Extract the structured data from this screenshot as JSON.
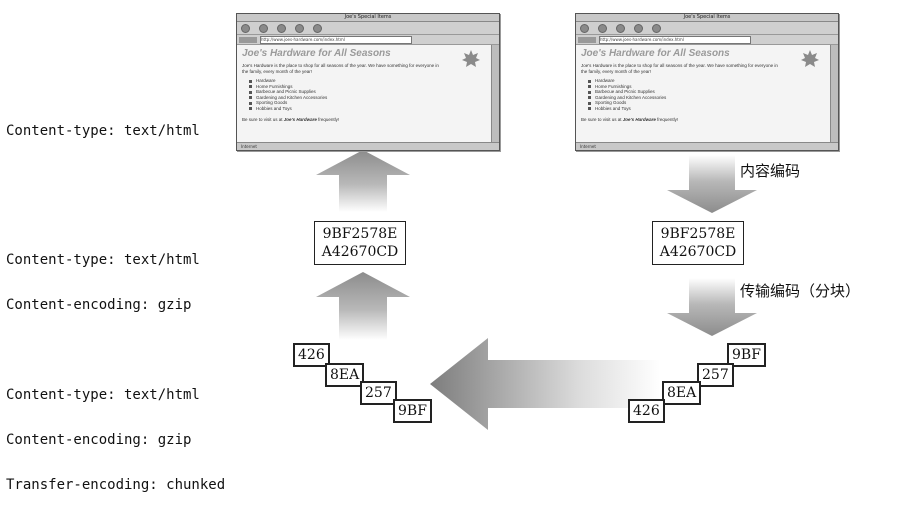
{
  "labels": {
    "top": [
      "Content-type: text/html"
    ],
    "middle": [
      "Content-type: text/html",
      "Content-encoding: gzip"
    ],
    "bottom": [
      "Content-type: text/html",
      "Content-encoding: gzip",
      "Transfer-encoding: chunked"
    ]
  },
  "browser": {
    "window_title": "Joe's Special Items",
    "url": "http://www.joes-hardware.com/index.html",
    "headline": "Joe's Hardware for All Seasons",
    "intro": "Joe's Hardware is the place to shop for all seasons of the year. We have something for everyone in the family, every month of the year!",
    "items": [
      "Hardware",
      "Home Furnishings",
      "Barbecue and Picnic Supplies",
      "Gardening and Kitchen Accessories",
      "Sporting Goods",
      "Hobbies and Toys"
    ],
    "footer_prefix": "Be sure to visit us at ",
    "footer_brand": "Joe's Hardware",
    "footer_suffix": " frequently!",
    "status": "Internet"
  },
  "encoded": {
    "line1": "9BF2578E",
    "line2": "A42670CD"
  },
  "chunks": {
    "left": [
      "426",
      "8EA",
      "257",
      "9BF"
    ],
    "right": [
      "9BF",
      "257",
      "8EA",
      "426"
    ]
  },
  "annotations": {
    "content_encoding": "内容编码",
    "transfer_encoding": "传输编码（分块）"
  },
  "colors": {
    "arrow_gray": "#9a9a9a",
    "box_border": "#222222"
  }
}
